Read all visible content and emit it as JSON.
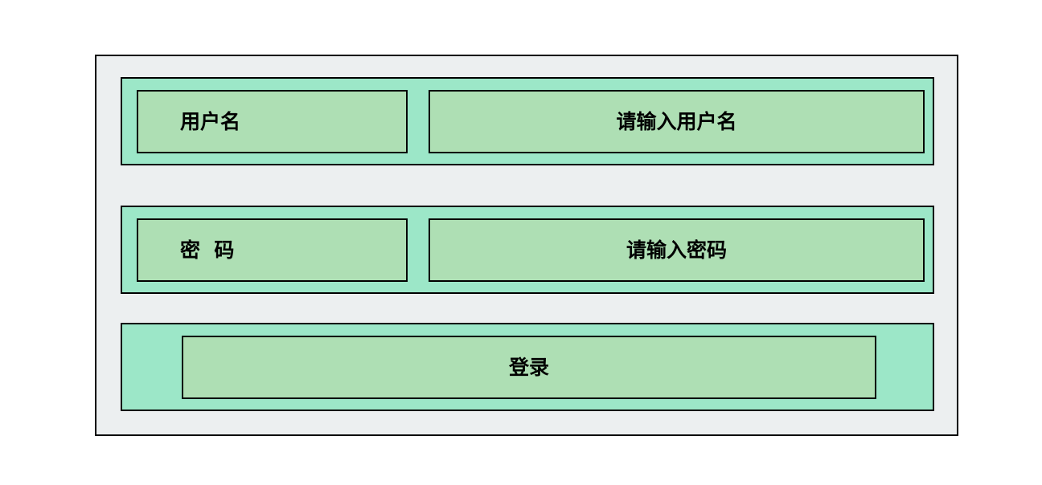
{
  "page": {
    "background_color": "#ffffff",
    "panel_background_color": "#eceff0",
    "row_background_color": "#9ce7c8",
    "field_background_color": "#aedfb4",
    "border_color": "#000000",
    "text_color": "#000000"
  },
  "form": {
    "username": {
      "label": "用户名",
      "placeholder": "请输入用户名",
      "value": ""
    },
    "password": {
      "label": "密  码",
      "placeholder": "请输入密码",
      "value": ""
    },
    "submit": {
      "label": "登录"
    }
  }
}
